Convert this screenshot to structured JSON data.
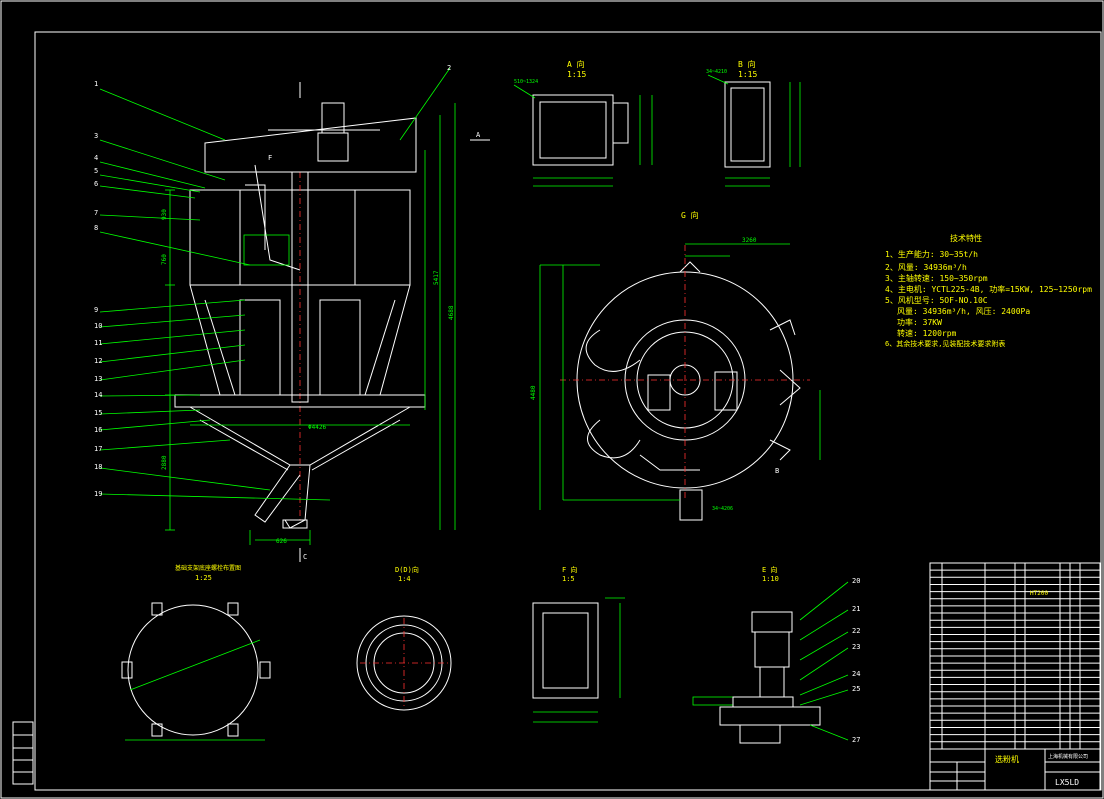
{
  "views": {
    "view_a": {
      "title": "A 向",
      "scale": "1:15"
    },
    "view_b": {
      "title": "B 向",
      "scale": "1:15"
    },
    "view_g": {
      "title": "G 向"
    },
    "view_d": {
      "title": "D(D)向",
      "scale": "1:4"
    },
    "view_f": {
      "title": "F 向",
      "scale": "1:5"
    },
    "view_e": {
      "title": "E 向",
      "scale": "1:10"
    },
    "view_base": {
      "title": "基础支架底座螺栓布置图",
      "scale": "1:25"
    }
  },
  "technical": {
    "title": "技术特性",
    "lines": [
      "1、生产能力: 30~35t/h",
      "2、风量: 34936m³/h",
      "3、主轴转速: 150~350rpm",
      "4、主电机: YCTL225-4B, 功率=15KW, 125~1250rpm",
      "5、风机型号: 5OF-NO.10C",
      "风量: 34936m³/h, 风压: 2400Pa",
      "功率: 37KW",
      "转速: 1200rpm",
      "6、其余技术要求,见装配技术要求附表"
    ]
  },
  "part_numbers": [
    "1",
    "2",
    "3",
    "4",
    "5",
    "6",
    "7",
    "8",
    "9",
    "10",
    "11",
    "12",
    "13",
    "14",
    "15",
    "16",
    "17",
    "18",
    "19"
  ],
  "part_numbers_e": [
    "20",
    "21",
    "22",
    "23",
    "24",
    "25",
    "27"
  ],
  "dims": {
    "a_top": "510~1324",
    "b_top": "34~4210",
    "g_top": "3260",
    "g_side": "4480",
    "g_bottom": "34~4206",
    "main_left_1": "930",
    "main_left_2": "760",
    "main_left_3": "2880",
    "main_total": "5417",
    "main_total_2": "4688",
    "main_base": "Φ4426",
    "main_bottom": "626",
    "main_f": "F"
  },
  "markers": {
    "a": "A",
    "c": "C",
    "b": "B"
  },
  "title_block": {
    "name": "选粉机",
    "drawing_no": "LX5LD",
    "material": "HT200",
    "doc": "上海机械有限公司"
  },
  "colors": {
    "frame": "#ffffff",
    "outline": "#ffffff",
    "dimension": "#00ff00",
    "text": "#ffff00"
  }
}
